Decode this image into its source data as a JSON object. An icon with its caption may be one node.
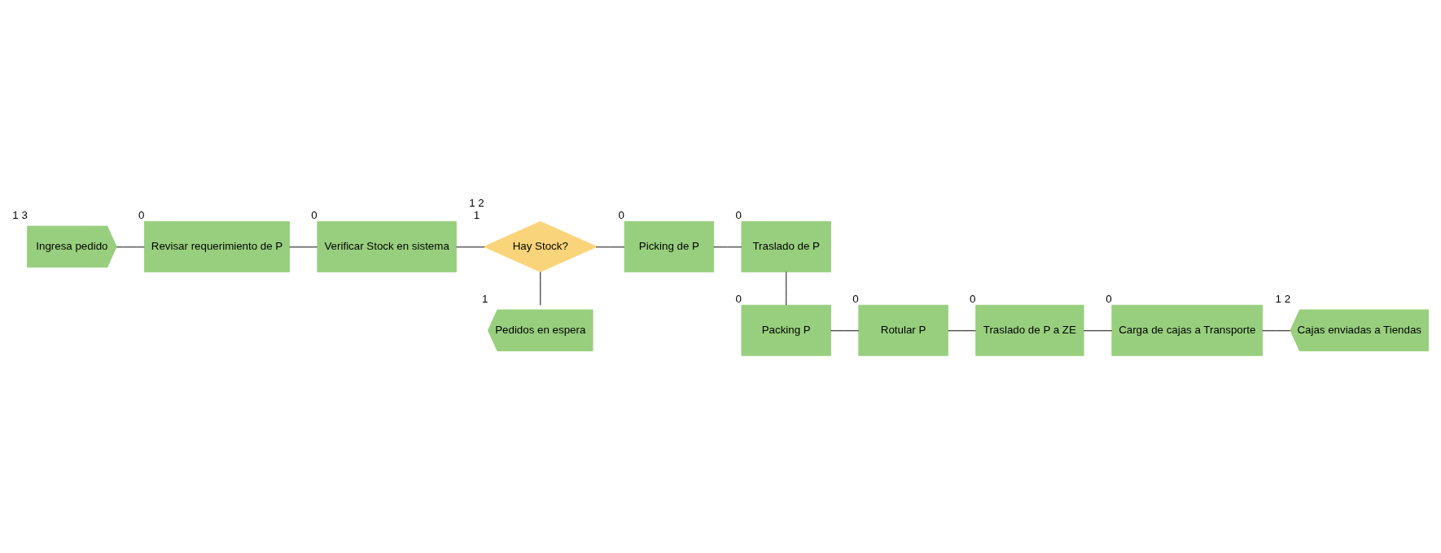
{
  "diagram": {
    "nodes": [
      {
        "text": [
          "Ingresa pedido"
        ],
        "beside": [
          "1 3"
        ]
      },
      {
        "text": [
          "Revisar requerimiento de P"
        ],
        "beside": [
          "0"
        ]
      },
      {
        "text": [
          "Verificar Stock en sistema"
        ],
        "beside": [
          "0"
        ]
      },
      {
        "text": [
          "Hay Stock?"
        ],
        "beside": [
          "1 2",
          "1"
        ]
      },
      {
        "text": [
          "Picking de P"
        ],
        "beside": [
          "0"
        ]
      },
      {
        "text": [
          "Traslado de P"
        ],
        "beside": [
          "0"
        ]
      },
      {
        "text": [
          "Pedidos en espera"
        ],
        "beside": [
          "1"
        ]
      },
      {
        "text": [
          "Packing P"
        ],
        "beside": [
          "0"
        ]
      },
      {
        "text": [
          "Rotular P"
        ],
        "beside": [
          "0"
        ]
      },
      {
        "text": [
          "Traslado de P a ZE"
        ],
        "beside": [
          "0"
        ]
      },
      {
        "text": [
          "Carga de cajas a Transporte"
        ],
        "beside": [
          "0"
        ]
      },
      {
        "text": [
          "Cajas enviadas a Tiendas"
        ],
        "beside": [
          "1 2"
        ]
      }
    ],
    "edges": [
      {
        "from": 0,
        "to": 1,
        "arrow": "none"
      },
      {
        "from": 1,
        "to": 2,
        "arrow": "none"
      },
      {
        "from": 2,
        "to": 3,
        "arrow": "none"
      },
      {
        "from": 3,
        "to": 4,
        "arrow": "none"
      },
      {
        "from": 3,
        "to": 6,
        "arrow": "none"
      },
      {
        "from": 4,
        "to": 5,
        "arrow": "none"
      },
      {
        "from": 5,
        "to": 7,
        "arrow": "none"
      },
      {
        "from": 7,
        "to": 8,
        "arrow": "none"
      },
      {
        "from": 8,
        "to": 9,
        "arrow": "none"
      },
      {
        "from": 9,
        "to": 10,
        "arrow": "none"
      },
      {
        "from": 10,
        "to": 11,
        "arrow": "none"
      }
    ]
  }
}
